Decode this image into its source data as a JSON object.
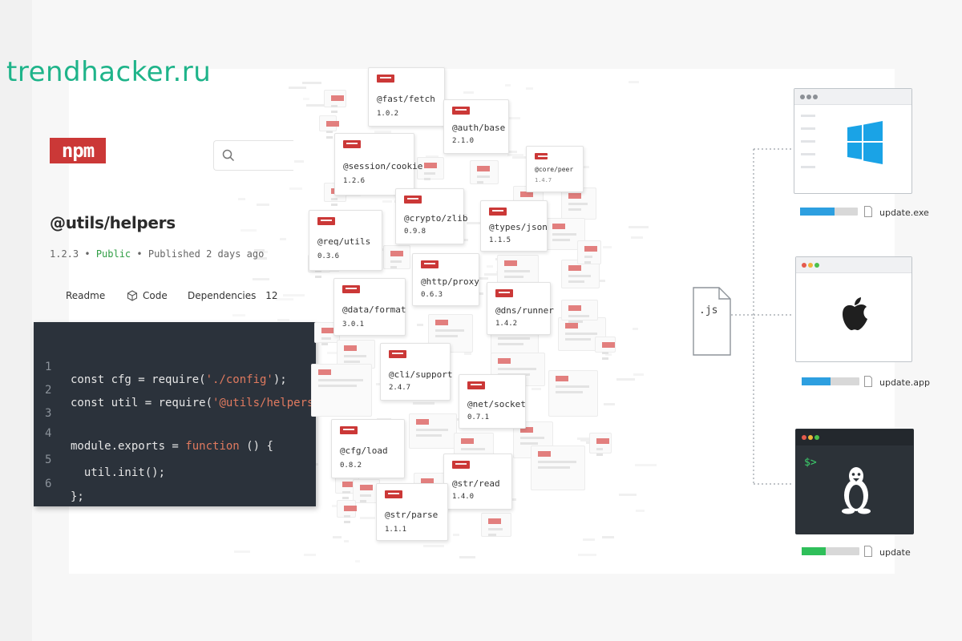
{
  "watermark": "trendhacker.ru",
  "npm": {
    "logo_text": "npm",
    "search_placeholder": "",
    "package_name": "@utils/helpers",
    "version": "1.2.3",
    "visibility": "Public",
    "published": "Published 2 days ago",
    "tabs": [
      {
        "label": "Readme"
      },
      {
        "label": "Code"
      },
      {
        "label": "Dependencies",
        "count": "12"
      }
    ]
  },
  "code": {
    "lines": [
      {
        "n": "1",
        "text": "const cfg = require('./config');"
      },
      {
        "n": "2",
        "text": "const util = require('@utils/helpers');"
      },
      {
        "n": "3",
        "text": ""
      },
      {
        "n": "4",
        "text": "module.exports = function () {"
      },
      {
        "n": "5",
        "text": "  util.init();"
      },
      {
        "n": "6",
        "text": "};"
      }
    ]
  },
  "packages": [
    {
      "name": "@fast/fetch",
      "version": "1.0.2"
    },
    {
      "name": "@auth/base",
      "version": "2.1.0"
    },
    {
      "name": "@session/cookie",
      "version": "1.2.6"
    },
    {
      "name": "@core/peer",
      "version": "1.4.7"
    },
    {
      "name": "@crypto/zlib",
      "version": "0.9.8"
    },
    {
      "name": "@types/json",
      "version": "1.1.5"
    },
    {
      "name": "@req/utils",
      "version": "0.3.6"
    },
    {
      "name": "@http/proxy",
      "version": "0.6.3"
    },
    {
      "name": "@data/format",
      "version": "3.0.1"
    },
    {
      "name": "@dns/runner",
      "version": "1.4.2"
    },
    {
      "name": "@cli/support",
      "version": "2.4.7"
    },
    {
      "name": "@net/socket",
      "version": "0.7.1"
    },
    {
      "name": "@cfg/load",
      "version": "0.8.2"
    },
    {
      "name": "@str/read",
      "version": "1.4.0"
    },
    {
      "name": "@str/parse",
      "version": "1.1.1"
    }
  ],
  "build": {
    "source_file": ".js",
    "targets": [
      {
        "os": "windows",
        "icon": "windows-icon",
        "file": "update.exe",
        "progress": 0.6,
        "color": "#2d9fe0"
      },
      {
        "os": "mac",
        "icon": "apple-icon",
        "file": "update.app",
        "progress": 0.5,
        "color": "#2d9fe0"
      },
      {
        "os": "linux",
        "icon": "linux-tux-icon",
        "prompt": "$>",
        "file": "update",
        "progress": 0.42,
        "color": "#2fbf5a"
      }
    ]
  }
}
